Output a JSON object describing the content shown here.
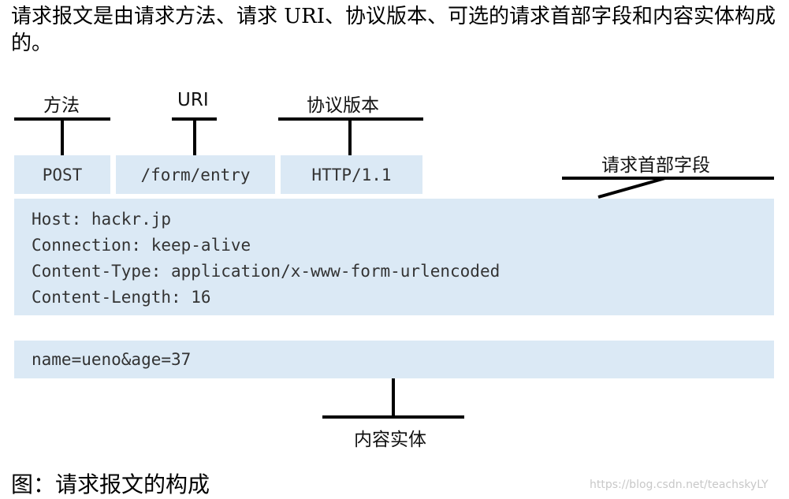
{
  "intro_text": "请求报文是由请求方法、请求 URI、协议版本、可选的请求首部字段和内容实体构成的。",
  "labels": {
    "method": "方法",
    "uri": "URI",
    "protocol_version": "协议版本",
    "request_headers": "请求首部字段",
    "content_entity": "内容实体"
  },
  "request_line": {
    "method": "POST",
    "uri": "/form/entry",
    "version": "HTTP/1.1"
  },
  "headers": [
    "Host: hackr.jp",
    "Connection: keep-alive",
    "Content-Type: application/x-www-form-urlencoded",
    "Content-Length: 16"
  ],
  "body": "name=ueno&age=37",
  "caption": "图：请求报文的构成",
  "watermark": "https://blog.csdn.net/teachskyLY",
  "colors": {
    "box_fill": "#dbe9f5",
    "line": "#000000"
  }
}
